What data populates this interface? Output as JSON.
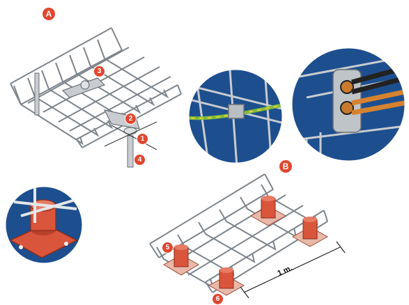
{
  "colors": {
    "marker": "#e0472f",
    "circle_bg": "#1d4f8f",
    "steel": "#9aa0a6",
    "steel_dark": "#5b6167",
    "pedestal": "#d9553b",
    "bonding_wire": "#7dbb3a"
  },
  "markers": {
    "a": "A",
    "b": "B",
    "m1": "1",
    "m2": "2",
    "m3": "3",
    "m4": "4",
    "m5": "5",
    "m6": "6"
  },
  "dimension": {
    "label": "1 m."
  }
}
